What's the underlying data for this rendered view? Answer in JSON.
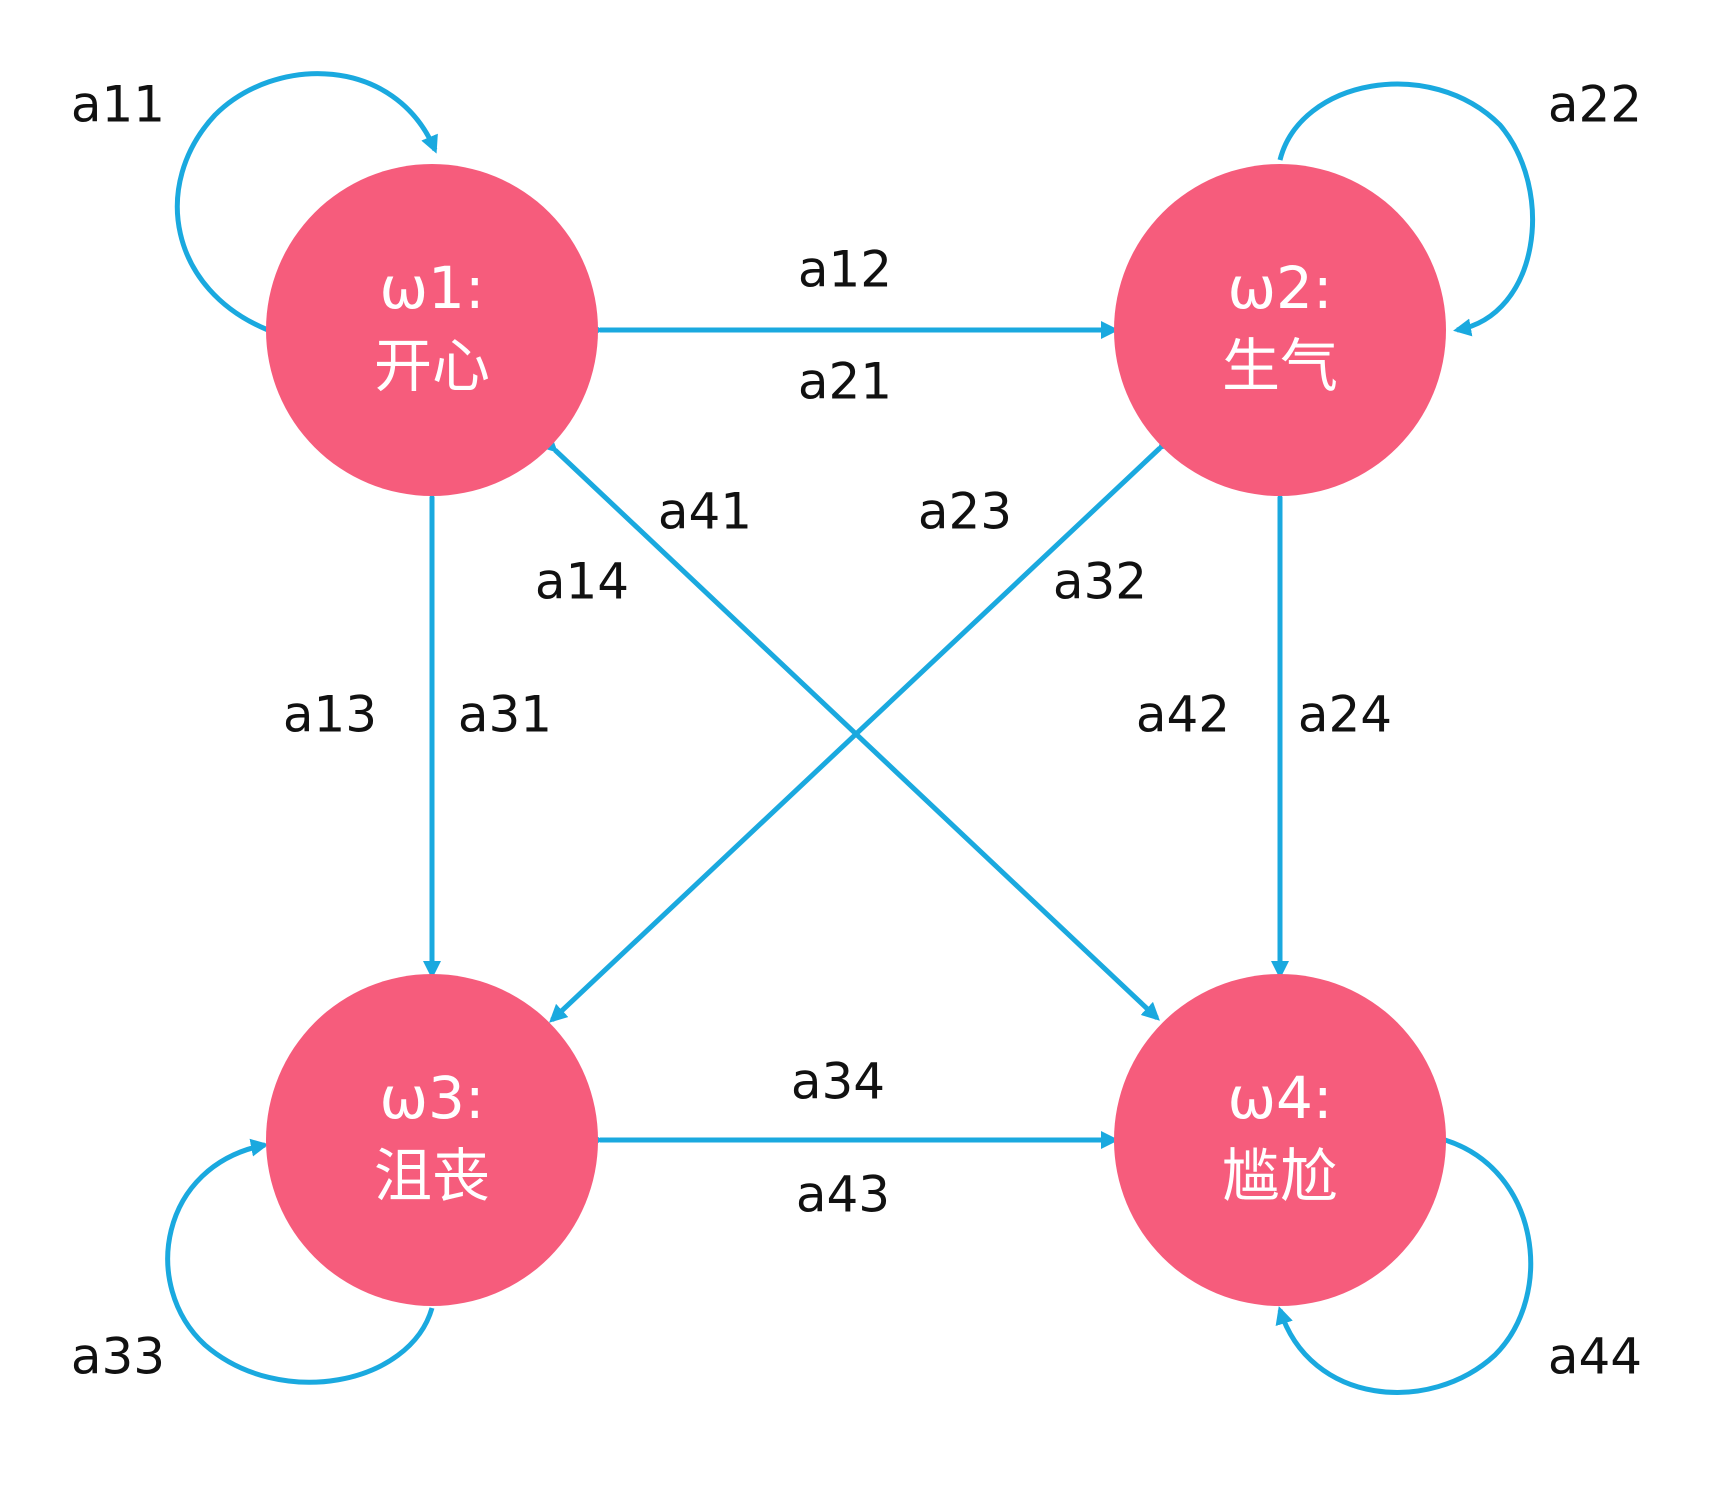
{
  "colors": {
    "node_fill": "#f65c7c",
    "edge": "#1aa9df",
    "text_light": "#ffffff",
    "text_dark": "#111111"
  },
  "nodes": [
    {
      "id": "w1",
      "label_line1": "ω1:",
      "label_line2": "开心"
    },
    {
      "id": "w2",
      "label_line1": "ω2:",
      "label_line2": "生气"
    },
    {
      "id": "w3",
      "label_line1": "ω3:",
      "label_line2": "沮丧"
    },
    {
      "id": "w4",
      "label_line1": "ω4:",
      "label_line2": "尴尬"
    }
  ],
  "edges": {
    "a11": "a11",
    "a12": "a12",
    "a13": "a13",
    "a14": "a14",
    "a21": "a21",
    "a22": "a22",
    "a23": "a23",
    "a24": "a24",
    "a31": "a31",
    "a32": "a32",
    "a33": "a33",
    "a34": "a34",
    "a41": "a41",
    "a42": "a42",
    "a43": "a43",
    "a44": "a44"
  }
}
